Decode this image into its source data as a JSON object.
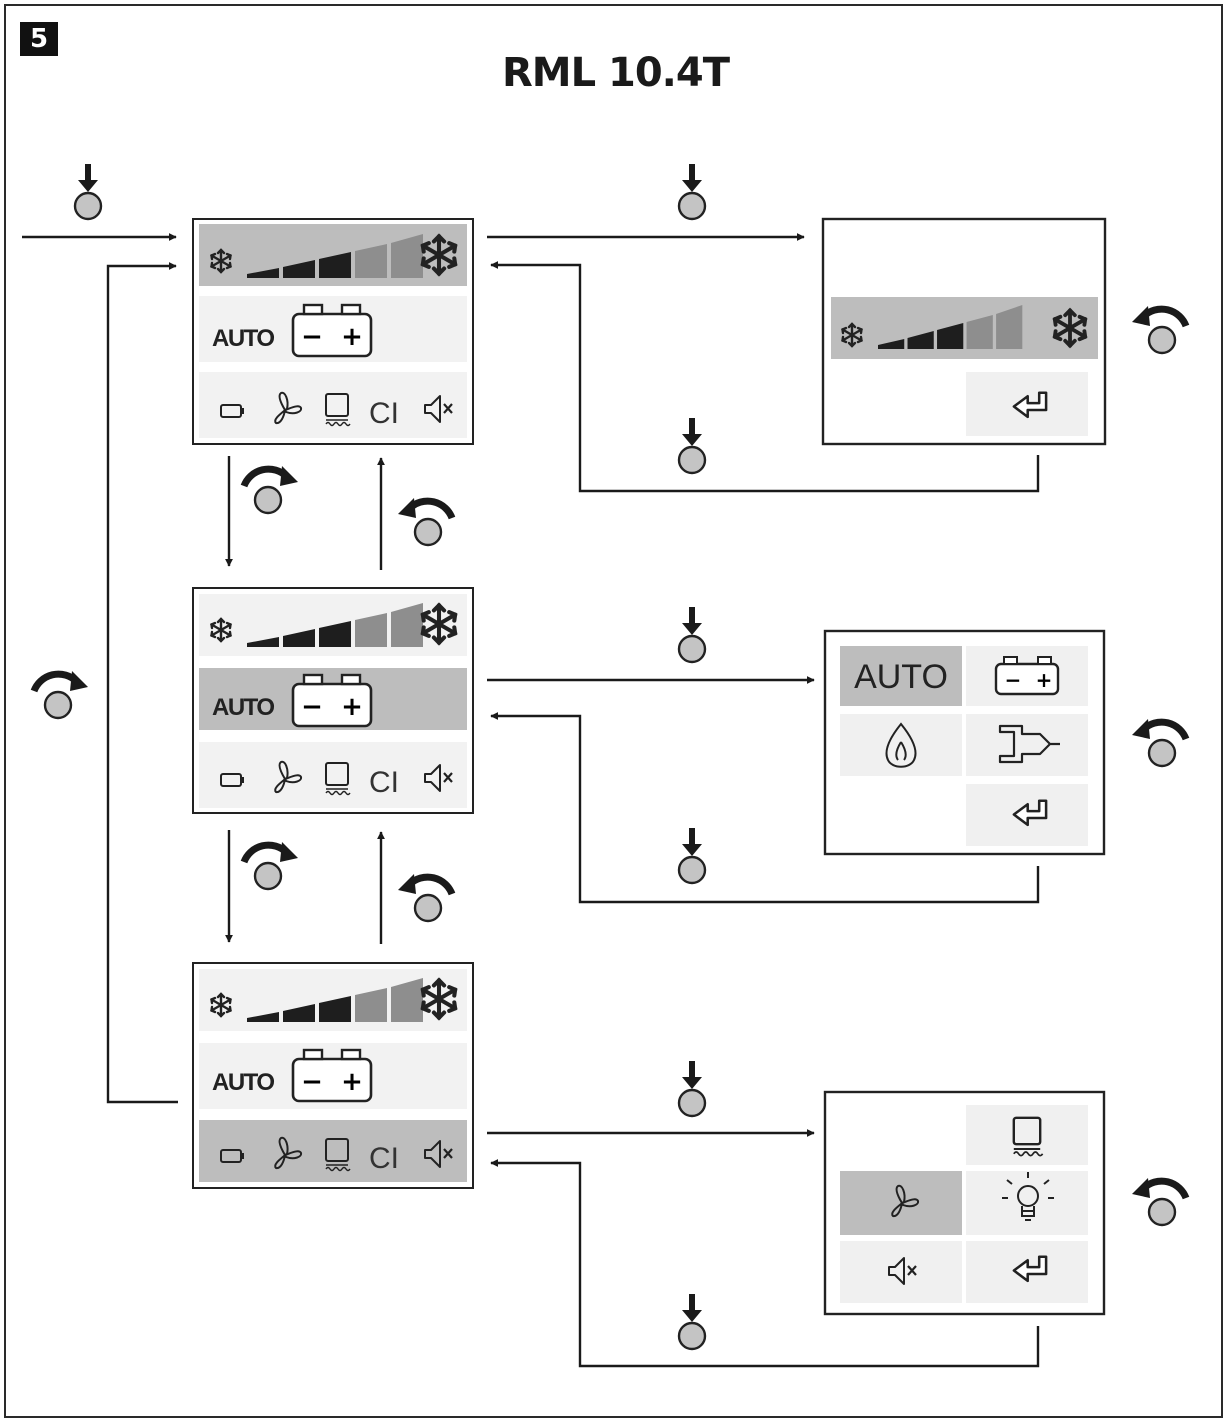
{
  "figure": {
    "number": "5",
    "title": "RML 10.4T"
  },
  "labels": {
    "auto": "AUTO",
    "minus": "−",
    "plus": "+",
    "cl": "CI"
  },
  "icons": {
    "snowflake": "snowflake-icon",
    "battery": "battery-icon",
    "fan": "fan-icon",
    "defrost": "defrost-icon",
    "mute": "mute-icon",
    "return": "return-icon",
    "flame": "flame-icon",
    "plug": "plug-icon",
    "bulb": "light-bulb-icon",
    "press": "button-press-icon",
    "rotate": "knob-rotate-icon",
    "level_bars": "cooling-level-bars"
  },
  "colors": {
    "highlight": "#bdbdbd",
    "cell": "#f0f0f0",
    "line": "#1a1a1a",
    "knob": "#c4c4c4"
  }
}
